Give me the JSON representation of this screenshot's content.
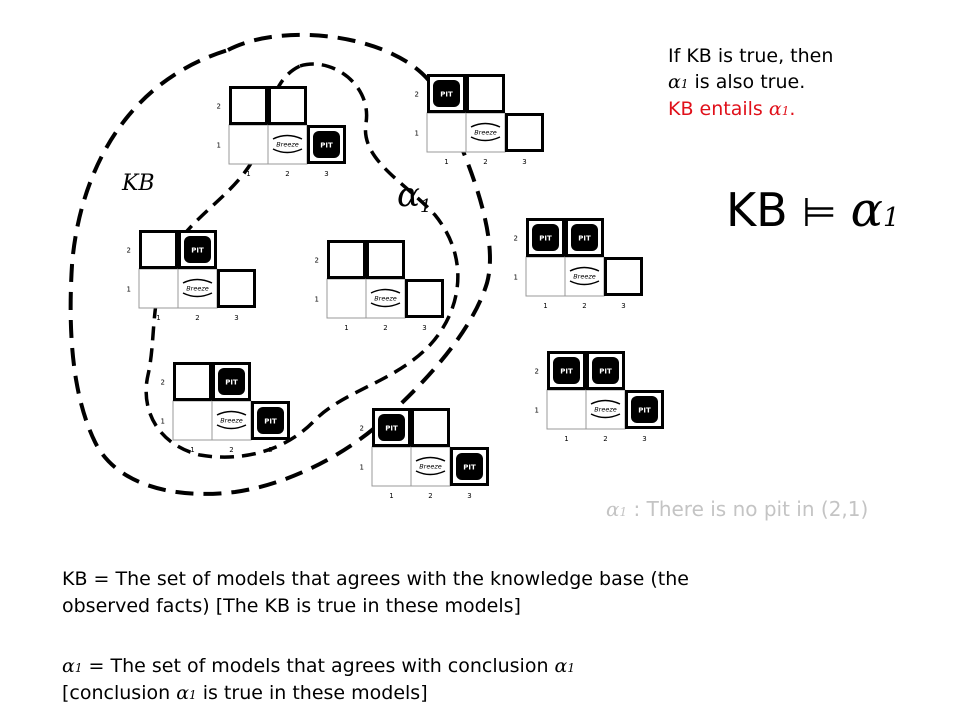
{
  "colors": {
    "accent_red": "#e0101a",
    "light_gray": "#c4c4c4",
    "black": "#000000"
  },
  "labels": {
    "kb_region": "KB",
    "alpha_region_symbol": "α",
    "alpha_region_sub": "1",
    "pit": "PIT",
    "breeze": "Breeze",
    "row_1": "1",
    "row_2": "2",
    "col_1": "1",
    "col_2": "2",
    "col_3": "3"
  },
  "statement": {
    "line1": "If KB is true, then",
    "line2_pre": "",
    "alpha": "α",
    "sub": "1",
    "line2_post": " is also true.",
    "line3_pre": "KB entails ",
    "line3_post": "."
  },
  "entails": {
    "lhs": "KB",
    "symbol": "⊨",
    "alpha": "α",
    "sub": "1"
  },
  "alpha_def": {
    "alpha": "α",
    "sub": "1",
    "text": " : There is no pit in (2,1)"
  },
  "notes": {
    "kb_line1": "KB = The set of models that agrees with the knowledge base (the",
    "kb_line2": "observed facts) [The KB is true in these models]",
    "alpha_line1_post": " = The set of models that agrees with conclusion ",
    "alpha_line2_pre": "[conclusion ",
    "alpha_line2_post": " is true in these models]"
  },
  "models": [
    {
      "id": "m1",
      "pits": [
        [
          3,
          1
        ]
      ]
    },
    {
      "id": "m2",
      "pits": [
        [
          1,
          2
        ]
      ]
    },
    {
      "id": "m3",
      "pits": [
        [
          2,
          2
        ]
      ]
    },
    {
      "id": "m4",
      "pits": []
    },
    {
      "id": "m5",
      "pits": [
        [
          2,
          2
        ],
        [
          3,
          1
        ]
      ]
    },
    {
      "id": "m6",
      "pits": [
        [
          1,
          2
        ],
        [
          2,
          2
        ]
      ]
    },
    {
      "id": "m7",
      "pits": [
        [
          1,
          2
        ],
        [
          3,
          1
        ]
      ]
    },
    {
      "id": "m8",
      "pits": [
        [
          1,
          2
        ],
        [
          2,
          2
        ],
        [
          3,
          1
        ]
      ]
    }
  ]
}
